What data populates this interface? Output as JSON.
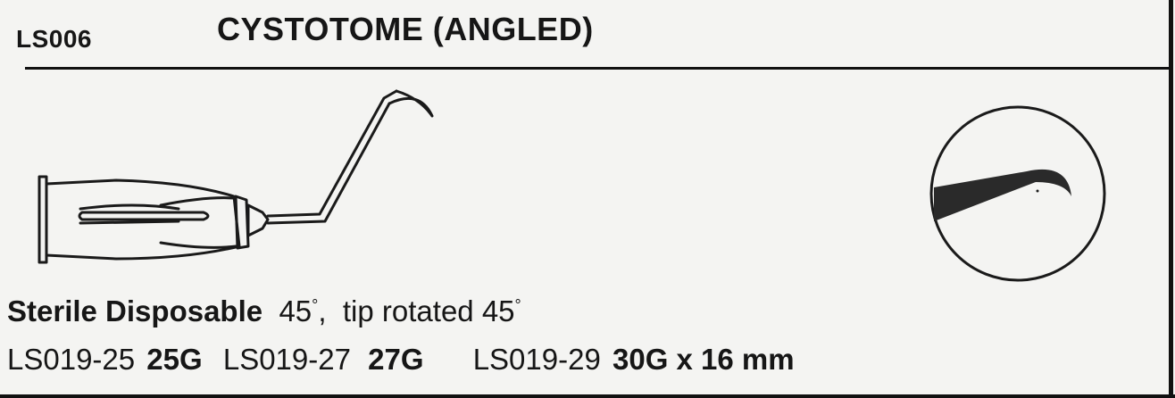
{
  "header": {
    "code": "LS006",
    "title": "CYSTOTOME (ANGLED)"
  },
  "specs": {
    "sterile_label": "Sterile Disposable",
    "angle": "45",
    "degree_mark": "°",
    "separator": ",",
    "tip_text": "tip rotated 45",
    "degree_mark_2": "°"
  },
  "variants": [
    {
      "part_no": "LS019-25",
      "gauge": "25G"
    },
    {
      "part_no": "LS019-27",
      "gauge": "27G"
    },
    {
      "part_no": "LS019-29",
      "gauge": "30G x 16 mm"
    }
  ],
  "illustrations": {
    "instrument": "cystotome-needle-with-hub",
    "detail": "magnified-angled-tip"
  }
}
